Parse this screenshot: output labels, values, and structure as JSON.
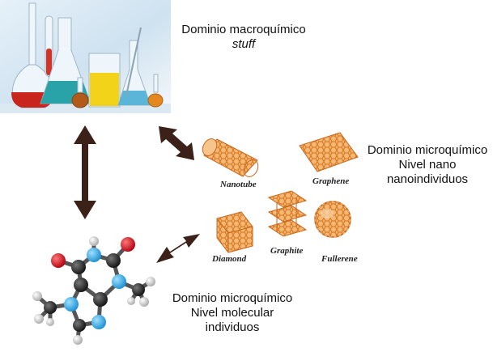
{
  "macro": {
    "title": "Dominio macroquímico",
    "subtitle": "stuff"
  },
  "nano": {
    "line1": "Dominio microquímico",
    "line2": "Nivel nano",
    "line3": "nanoindividuos",
    "materials": {
      "nanotube": "Nanotube",
      "graphene": "Graphene",
      "diamond": "Diamond",
      "graphite": "Graphite",
      "fullerene": "Fullerene"
    }
  },
  "molecular": {
    "line1": "Dominio microquímico",
    "line2": "Nivel molecular",
    "line3": "individuos"
  },
  "colors": {
    "arrow": "#3b2118",
    "carbon": "#e8923a",
    "atom_black": "#1a1a1a",
    "atom_blue": "#22a7e8",
    "atom_red": "#d6101c",
    "atom_white": "#eeeeee"
  }
}
